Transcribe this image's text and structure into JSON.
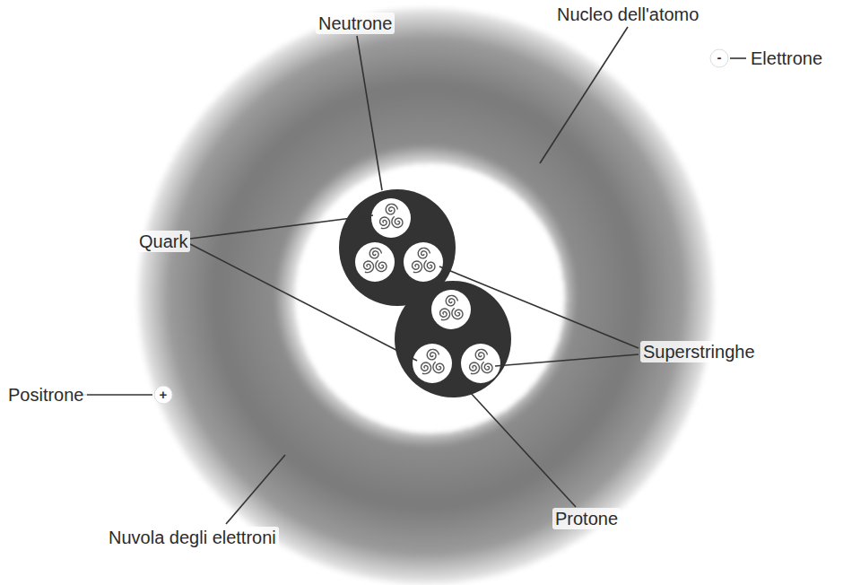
{
  "diagram": {
    "labels": [
      "Neutrone",
      "Nucleo dell'atomo",
      "-",
      "Elettrone",
      "Quark",
      "Superstringhe",
      "Positrone",
      "+",
      "Nuvola degli elettroni",
      "Protone"
    ]
  }
}
